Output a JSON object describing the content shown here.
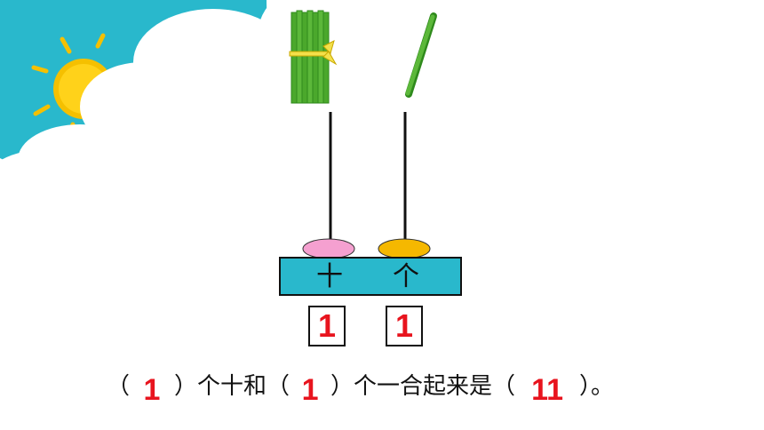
{
  "abacus": {
    "tens_label": "十",
    "ones_label": "个",
    "tens_digit": "1",
    "ones_digit": "1",
    "tens_bead_color": "#f5a0d0",
    "ones_bead_color": "#f5b800"
  },
  "sentence": {
    "p1": "（",
    "a1": "1",
    "p2": "）个十和（",
    "a2": "1",
    "p3": "）个一合起来是（",
    "a3": "11",
    "p4": "）。"
  },
  "colors": {
    "sky": "#29b8cc",
    "sun": "#f5c000",
    "answer": "#e8141e",
    "stick": "#4ba82c"
  },
  "icons": [
    "sun-icon",
    "cloud-icon",
    "stick-bundle-icon",
    "single-stick-icon"
  ]
}
